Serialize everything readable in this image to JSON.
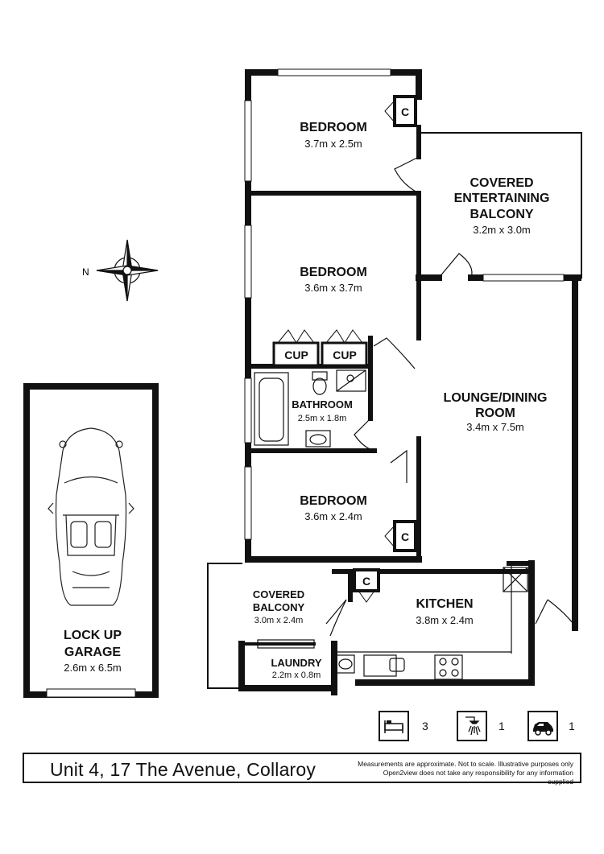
{
  "rooms": {
    "bedroom1": {
      "name": "BEDROOM",
      "dims": "3.7m x 2.5m"
    },
    "bedroom2": {
      "name": "BEDROOM",
      "dims": "3.6m x 3.7m"
    },
    "bedroom3": {
      "name": "BEDROOM",
      "dims": "3.6m x 2.4m"
    },
    "balcony_top": {
      "name_line1": "COVERED",
      "name_line2": "ENTERTAINING",
      "name_line3": "BALCONY",
      "dims": "3.2m x 3.0m"
    },
    "lounge": {
      "name_line1": "LOUNGE/DINING",
      "name_line2": "ROOM",
      "dims": "3.4m x 7.5m"
    },
    "bathroom": {
      "name": "BATHROOM",
      "dims": "2.5m x 1.8m"
    },
    "kitchen": {
      "name": "KITCHEN",
      "dims": "3.8m x 2.4m"
    },
    "balcony_bottom": {
      "name_line1": "COVERED",
      "name_line2": "BALCONY",
      "dims": "3.0m x 2.4m"
    },
    "laundry": {
      "name": "LAUNDRY",
      "dims": "2.2m x 0.8m"
    },
    "garage": {
      "name_line1": "LOCK UP",
      "name_line2": "GARAGE",
      "dims": "2.6m x 6.5m"
    }
  },
  "cupboards": {
    "c_label": "C",
    "cup_label": "CUP"
  },
  "compass": {
    "north_label": "N"
  },
  "summary": {
    "bedrooms": "3",
    "bathrooms": "1",
    "parking": "1"
  },
  "footer": {
    "address": "Unit 4, 17 The Avenue, Collaroy",
    "disclaimer_line1": "Measurements are approximate. Not to scale. Illustrative purposes only",
    "disclaimer_line2": "Open2view does not take any responsibility for any information supplied"
  }
}
